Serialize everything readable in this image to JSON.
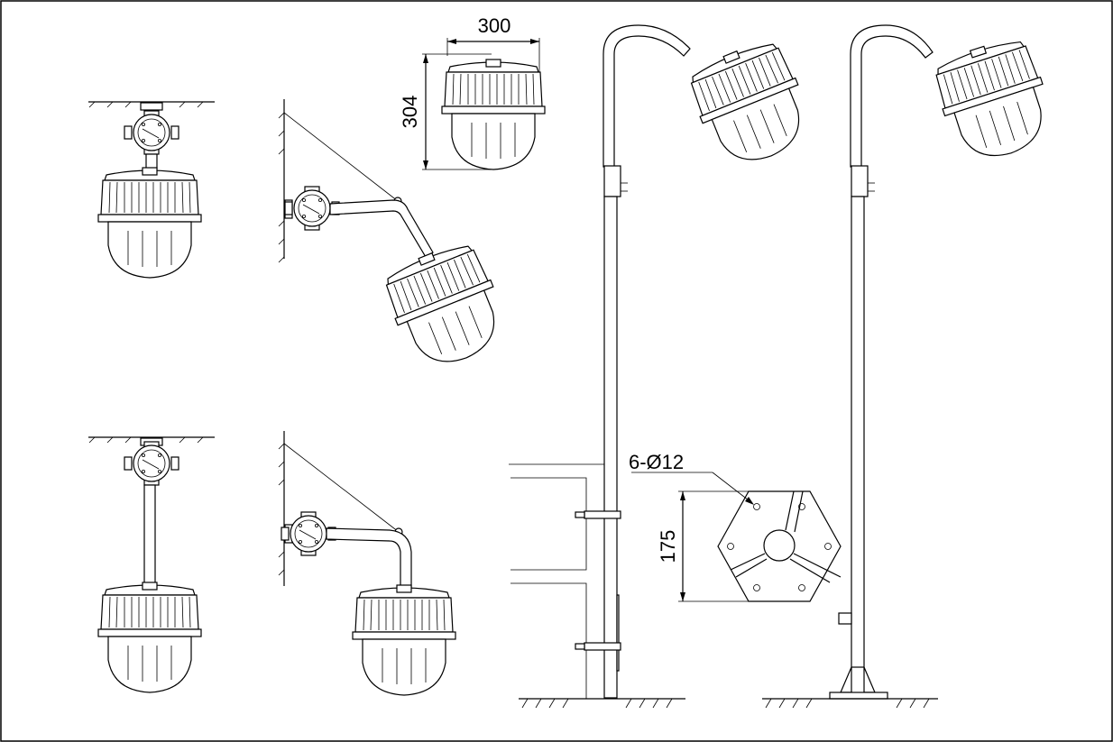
{
  "dimensions": {
    "lamp_width": "300",
    "lamp_height": "304",
    "bolt_holes": "6-Ø12",
    "base_height": "175"
  },
  "colors": {
    "line": "#000000",
    "background": "#ffffff"
  }
}
